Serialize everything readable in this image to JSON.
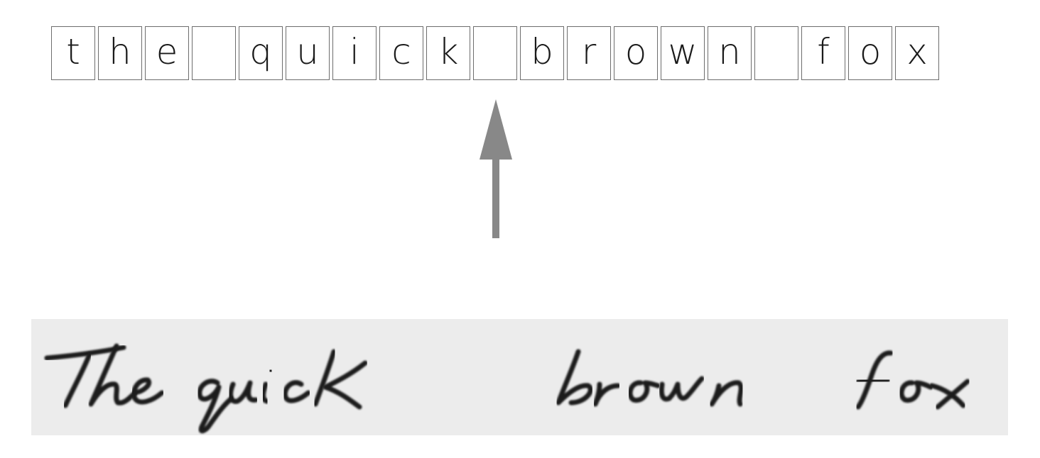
{
  "sequence": {
    "characters": [
      "t",
      "h",
      "e",
      " ",
      "q",
      "u",
      "i",
      "c",
      "k",
      " ",
      "b",
      "r",
      "o",
      "w",
      "n",
      " ",
      "f",
      "o",
      "x"
    ]
  },
  "arrow": {
    "color": "#888888",
    "direction": "up",
    "icon": "arrow-up-icon"
  },
  "handwriting": {
    "text": "The quick brown fox",
    "background": "#ececec",
    "ink": "#1c1c1c"
  }
}
